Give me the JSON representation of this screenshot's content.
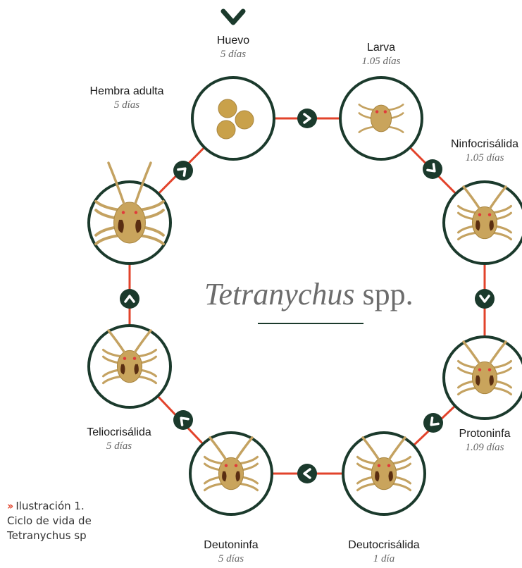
{
  "title": {
    "genus": "Tetranychus",
    "suffix": "spp."
  },
  "stages": [
    {
      "id": "huevo",
      "name": "Huevo",
      "duration": "5 días"
    },
    {
      "id": "larva",
      "name": "Larva",
      "duration": "1.05 días"
    },
    {
      "id": "ninfocrisalida",
      "name": "Ninfocrisálida",
      "duration": "1.05 días"
    },
    {
      "id": "protoninfa",
      "name": "Protoninfa",
      "duration": "1.09 días"
    },
    {
      "id": "deutocrisalida",
      "name": "Deutocrisálida",
      "duration": "1 día"
    },
    {
      "id": "deutoninfa",
      "name": "Deutoninfa",
      "duration": "5 días"
    },
    {
      "id": "teliocrisalida",
      "name": "Teliocrisálida",
      "duration": "5 días"
    },
    {
      "id": "hembra",
      "name": "Hembra adulta",
      "duration": "5 días"
    }
  ],
  "caption": {
    "line1": "Ilustración 1.",
    "line2": "Ciclo de vida de",
    "line3": "Tetranychus sp"
  },
  "colors": {
    "ring": "#1b3a2c",
    "connector": "#e2432b",
    "arrow_bg": "#1b3a2c",
    "mite_body": "#c9a45c",
    "mite_marking": "#5a2e12",
    "egg": "#c9a14a"
  },
  "icons": {
    "arrow": "chevron-arrow-icon",
    "top": "chevron-down-icon",
    "caption": "double-chevron-right-icon"
  }
}
